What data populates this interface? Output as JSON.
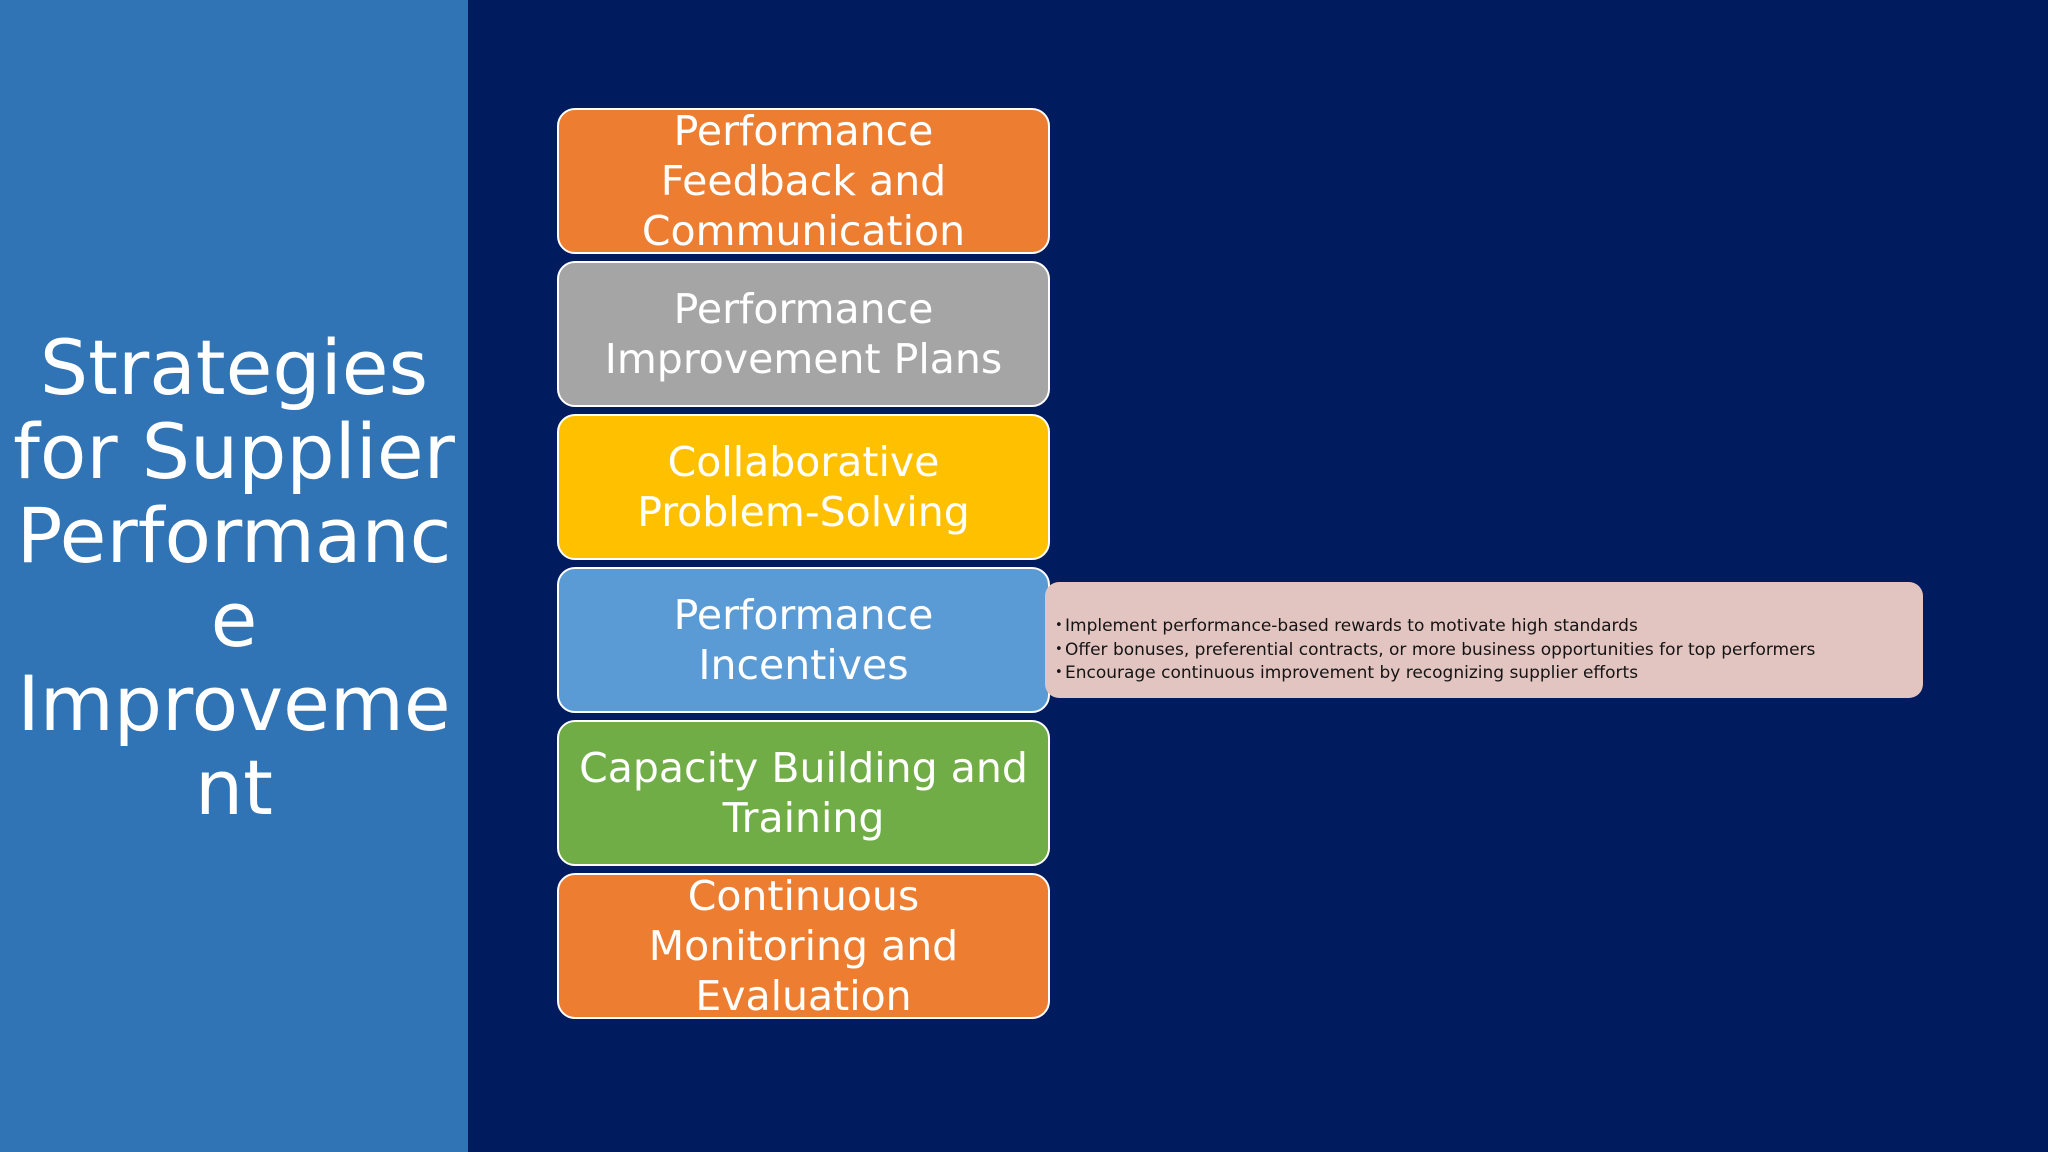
{
  "slide": {
    "title": "Strategies\nfor Supplier\nPerformanc\ne\nImproveme\nnt",
    "colors": {
      "background": "#001b5e",
      "left_panel": "#3074b5",
      "orange": "#ed7d31",
      "gray": "#a5a5a5",
      "yellow": "#ffc000",
      "light_blue": "#5b9bd5",
      "green": "#70ad47",
      "detail_box": "#e2c4c1"
    },
    "steps": [
      {
        "label": "Performance Feedback and Communication",
        "color": "#ed7d31"
      },
      {
        "label": "Performance Improvement Plans",
        "color": "#a5a5a5"
      },
      {
        "label": "Collaborative Problem-Solving",
        "color": "#ffc000"
      },
      {
        "label": "Performance Incentives",
        "color": "#5b9bd5"
      },
      {
        "label": "Capacity Building and Training",
        "color": "#70ad47"
      },
      {
        "label": "Continuous Monitoring and Evaluation",
        "color": "#ed7d31"
      }
    ],
    "detail": {
      "bullets": [
        "Implement performance-based rewards to motivate high standards",
        "Offer bonuses, preferential contracts, or more business opportunities for top performers",
        "Encourage continuous improvement by recognizing supplier efforts"
      ]
    }
  }
}
